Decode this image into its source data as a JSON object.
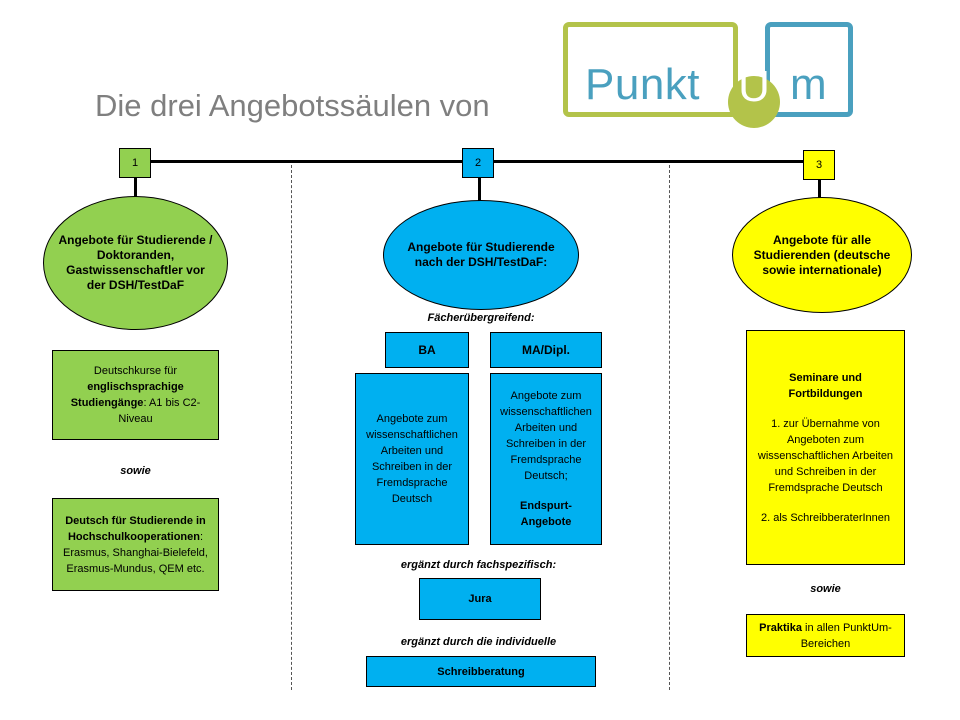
{
  "title": "Die drei Angebotssäulen von",
  "logo": {
    "part1": "Punkt",
    "part2": "U",
    "part3": "m"
  },
  "columns": [
    {
      "number": "1",
      "oval": "Angebote  für Studierende / Doktoranden, Gastwissenschaftler vor der DSH/TestDaF",
      "box1": {
        "line1": "Deutschkurse für",
        "bold": "englischsprachige Studiengänge",
        "rest": ": A1 bis C2-Niveau"
      },
      "connector": "sowie",
      "box2": {
        "bold": "Deutsch für Studierende in Hochschulkooperationen",
        "rest": ": Erasmus, Shanghai-Bielefeld, Erasmus-Mundus, QEM etc."
      }
    },
    {
      "number": "2",
      "oval": "Angebote für Studierende nach der DSH/TestDaF:",
      "subtitle": "Fächerübergreifend:",
      "ba": "BA",
      "ma": "MA/Dipl.",
      "ba_box": "Angebote zum wissenschaftlichen Arbeiten und Schreiben in der Fremdsprache Deutsch",
      "ma_box": "Angebote zum wissenschaftlichen Arbeiten und Schreiben in der Fremdsprache Deutsch;",
      "ma_box_bold": "Endspurt-Angebote",
      "ergaenzt1": "ergänzt durch fachspezifisch:",
      "jura": "Jura",
      "ergaenzt2": "ergänzt durch die individuelle",
      "schreibberatung": "Schreibberatung"
    },
    {
      "number": "3",
      "oval": "Angebote für alle Studierenden (deutsche sowie internationale)",
      "box1_title": "Seminare und Fortbildungen",
      "box1_item1": "1. zur Übernahme von Angeboten zum wissenschaftlichen Arbeiten und Schreiben in der Fremdsprache Deutsch",
      "box1_item2": "2. als SchreibberaterInnen",
      "connector": "sowie",
      "box2_bold": "Praktika",
      "box2_rest": " in allen PunktUm-Bereichen"
    }
  ],
  "colors": {
    "green": "#92d050",
    "blue": "#00b0f0",
    "yellow": "#ffff00",
    "logo_green": "#b3c34a",
    "logo_blue": "#4aa0bf"
  }
}
